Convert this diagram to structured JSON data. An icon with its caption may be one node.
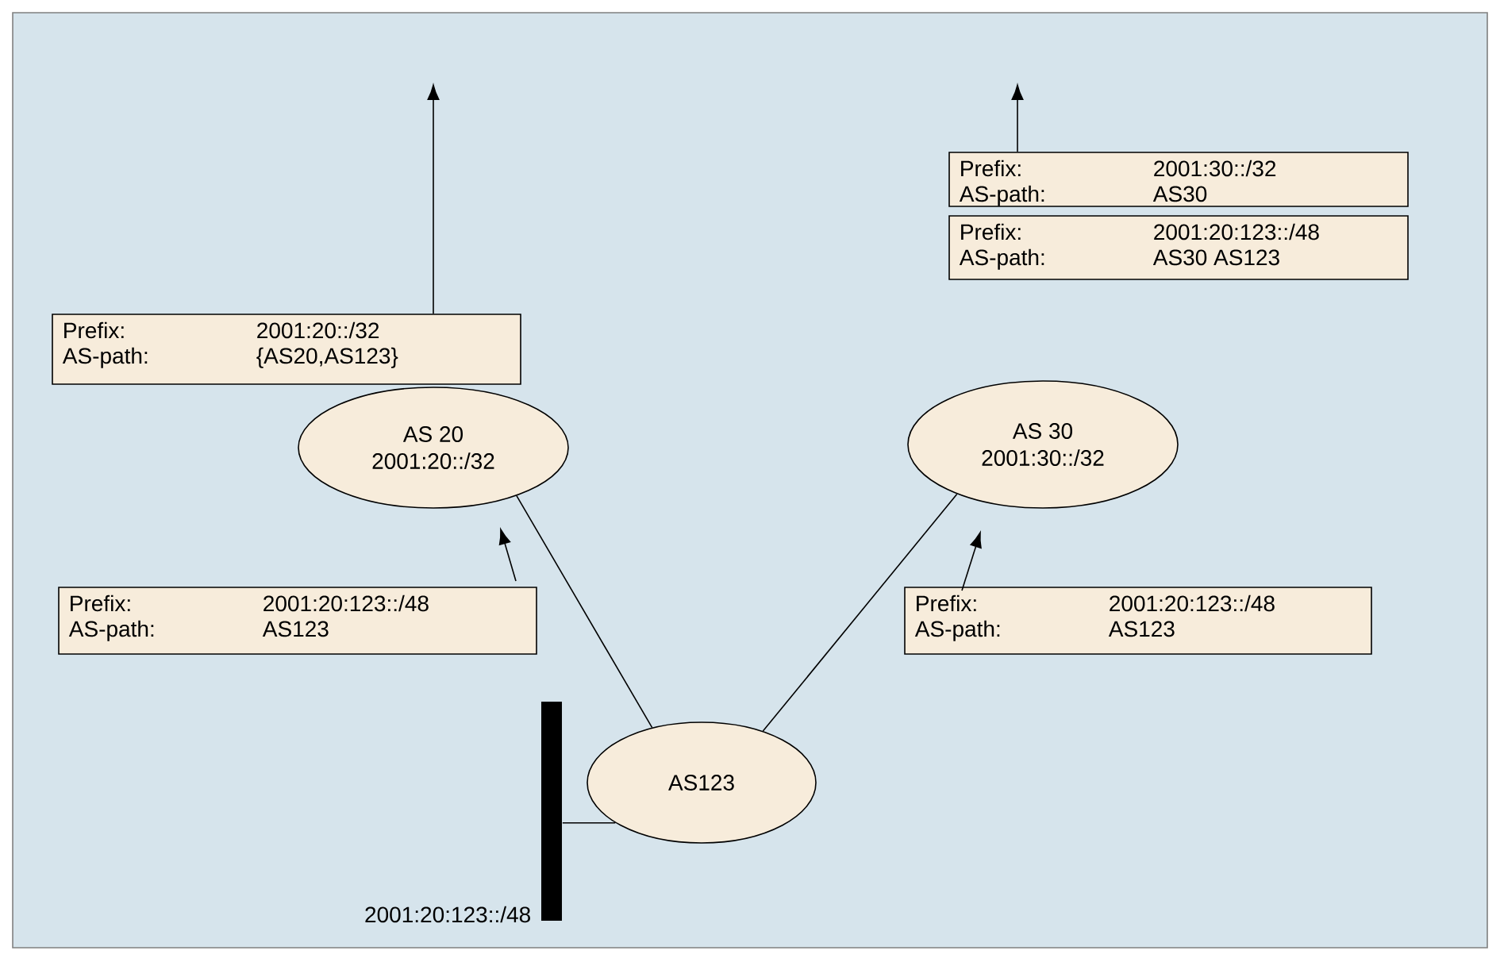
{
  "diagram": {
    "nodes": [
      {
        "text": [
          "AS 20",
          "2001:20::/32"
        ]
      },
      {
        "text": [
          "AS 30",
          "2001:30::/32"
        ]
      },
      {
        "text": [
          "AS123"
        ]
      },
      {
        "text": [],
        "shape": "bar",
        "beside": [
          "2001:20:123::/48"
        ]
      },
      {
        "text": [
          "Prefix:",
          "2001:20::/32",
          "AS-path:",
          "{AS20,AS123}"
        ]
      },
      {
        "text": [
          "Prefix:",
          "2001:30::/32",
          "AS-path:",
          "AS30"
        ]
      },
      {
        "text": [
          "Prefix:",
          "2001:20:123::/48",
          "AS-path:",
          "AS30 AS123"
        ]
      },
      {
        "text": [
          "Prefix:",
          "2001:20:123::/48",
          "AS-path:",
          "AS123"
        ]
      },
      {
        "text": [
          "Prefix:",
          "2001:20:123::/48",
          "AS-path:",
          "AS123"
        ]
      }
    ],
    "edges": [
      {
        "from": 2,
        "to": 0,
        "arrow": "none"
      },
      {
        "from": 2,
        "to": 1,
        "arrow": "none"
      },
      {
        "from": 3,
        "to": 2,
        "arrow": "none"
      },
      {
        "from": 4,
        "to": null,
        "arrow": "to"
      },
      {
        "from": 5,
        "to": null,
        "arrow": "to"
      }
    ]
  }
}
